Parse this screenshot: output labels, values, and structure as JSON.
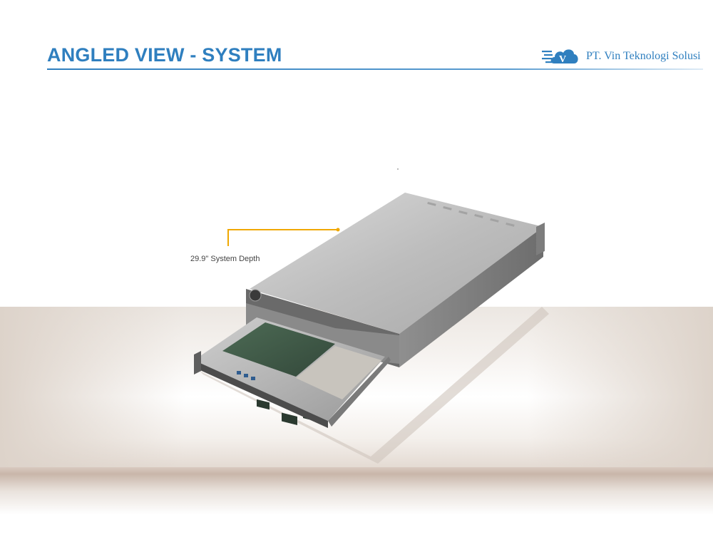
{
  "slide": {
    "title": "ANGLED VIEW - SYSTEM",
    "brand": {
      "name": "PT. Vin Teknologi Solusi",
      "logo_letter": "V",
      "color": "#2f7fbf"
    },
    "product_image": {
      "callout": "29.9\" System Depth",
      "callout_color": "#f0a800"
    }
  }
}
